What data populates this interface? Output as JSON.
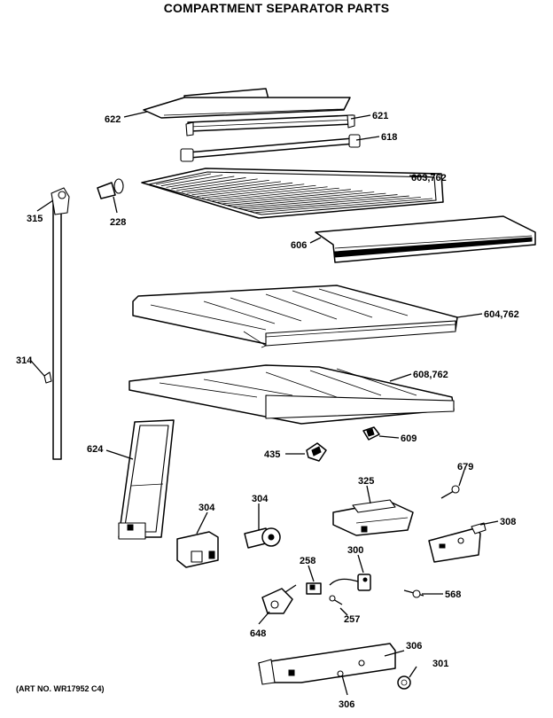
{
  "title": "COMPARTMENT SEPARATOR PARTS",
  "art_number": "(ART NO. WR17952 C4)",
  "callouts": {
    "c622": "622",
    "c621": "621",
    "c618": "618",
    "c603": "603,762",
    "c315": "315",
    "c228": "228",
    "c606": "606",
    "c604": "604,762",
    "c314": "314",
    "c608": "608,762",
    "c624": "624",
    "c435": "435",
    "c609": "609",
    "c679": "679",
    "c325": "325",
    "c304a": "304",
    "c304b": "304",
    "c308": "308",
    "c258": "258",
    "c300": "300",
    "c568": "568",
    "c648": "648",
    "c257": "257",
    "c306a": "306",
    "c301": "301",
    "c306b": "306"
  }
}
